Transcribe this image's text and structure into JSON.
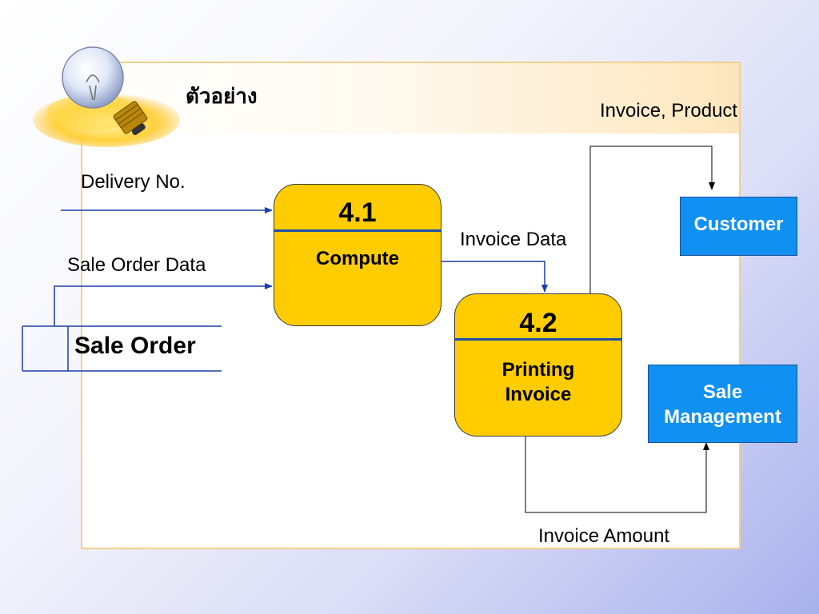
{
  "title": "ตัวอย่าง",
  "colors": {
    "process_fill": "#ffcc00",
    "entity_fill": "#1090f0",
    "flow_blue": "#1a3fa8",
    "frame_border": "#f5cf8d"
  },
  "icons": {
    "decoration": "light-bulb-icon"
  },
  "processes": [
    {
      "id": "4.1",
      "name": "Compute"
    },
    {
      "id": "4.2",
      "name_lines": [
        "Printing",
        "Invoice"
      ]
    }
  ],
  "entities": {
    "customer": "Customer",
    "sale_management_lines": [
      "Sale",
      "Management"
    ]
  },
  "data_store": {
    "name": "Sale Order"
  },
  "flows": {
    "delivery_no": "Delivery No.",
    "sale_order_data": "Sale Order Data",
    "invoice_data": "Invoice Data",
    "invoice_product": "Invoice, Product",
    "invoice_amount": "Invoice Amount"
  }
}
